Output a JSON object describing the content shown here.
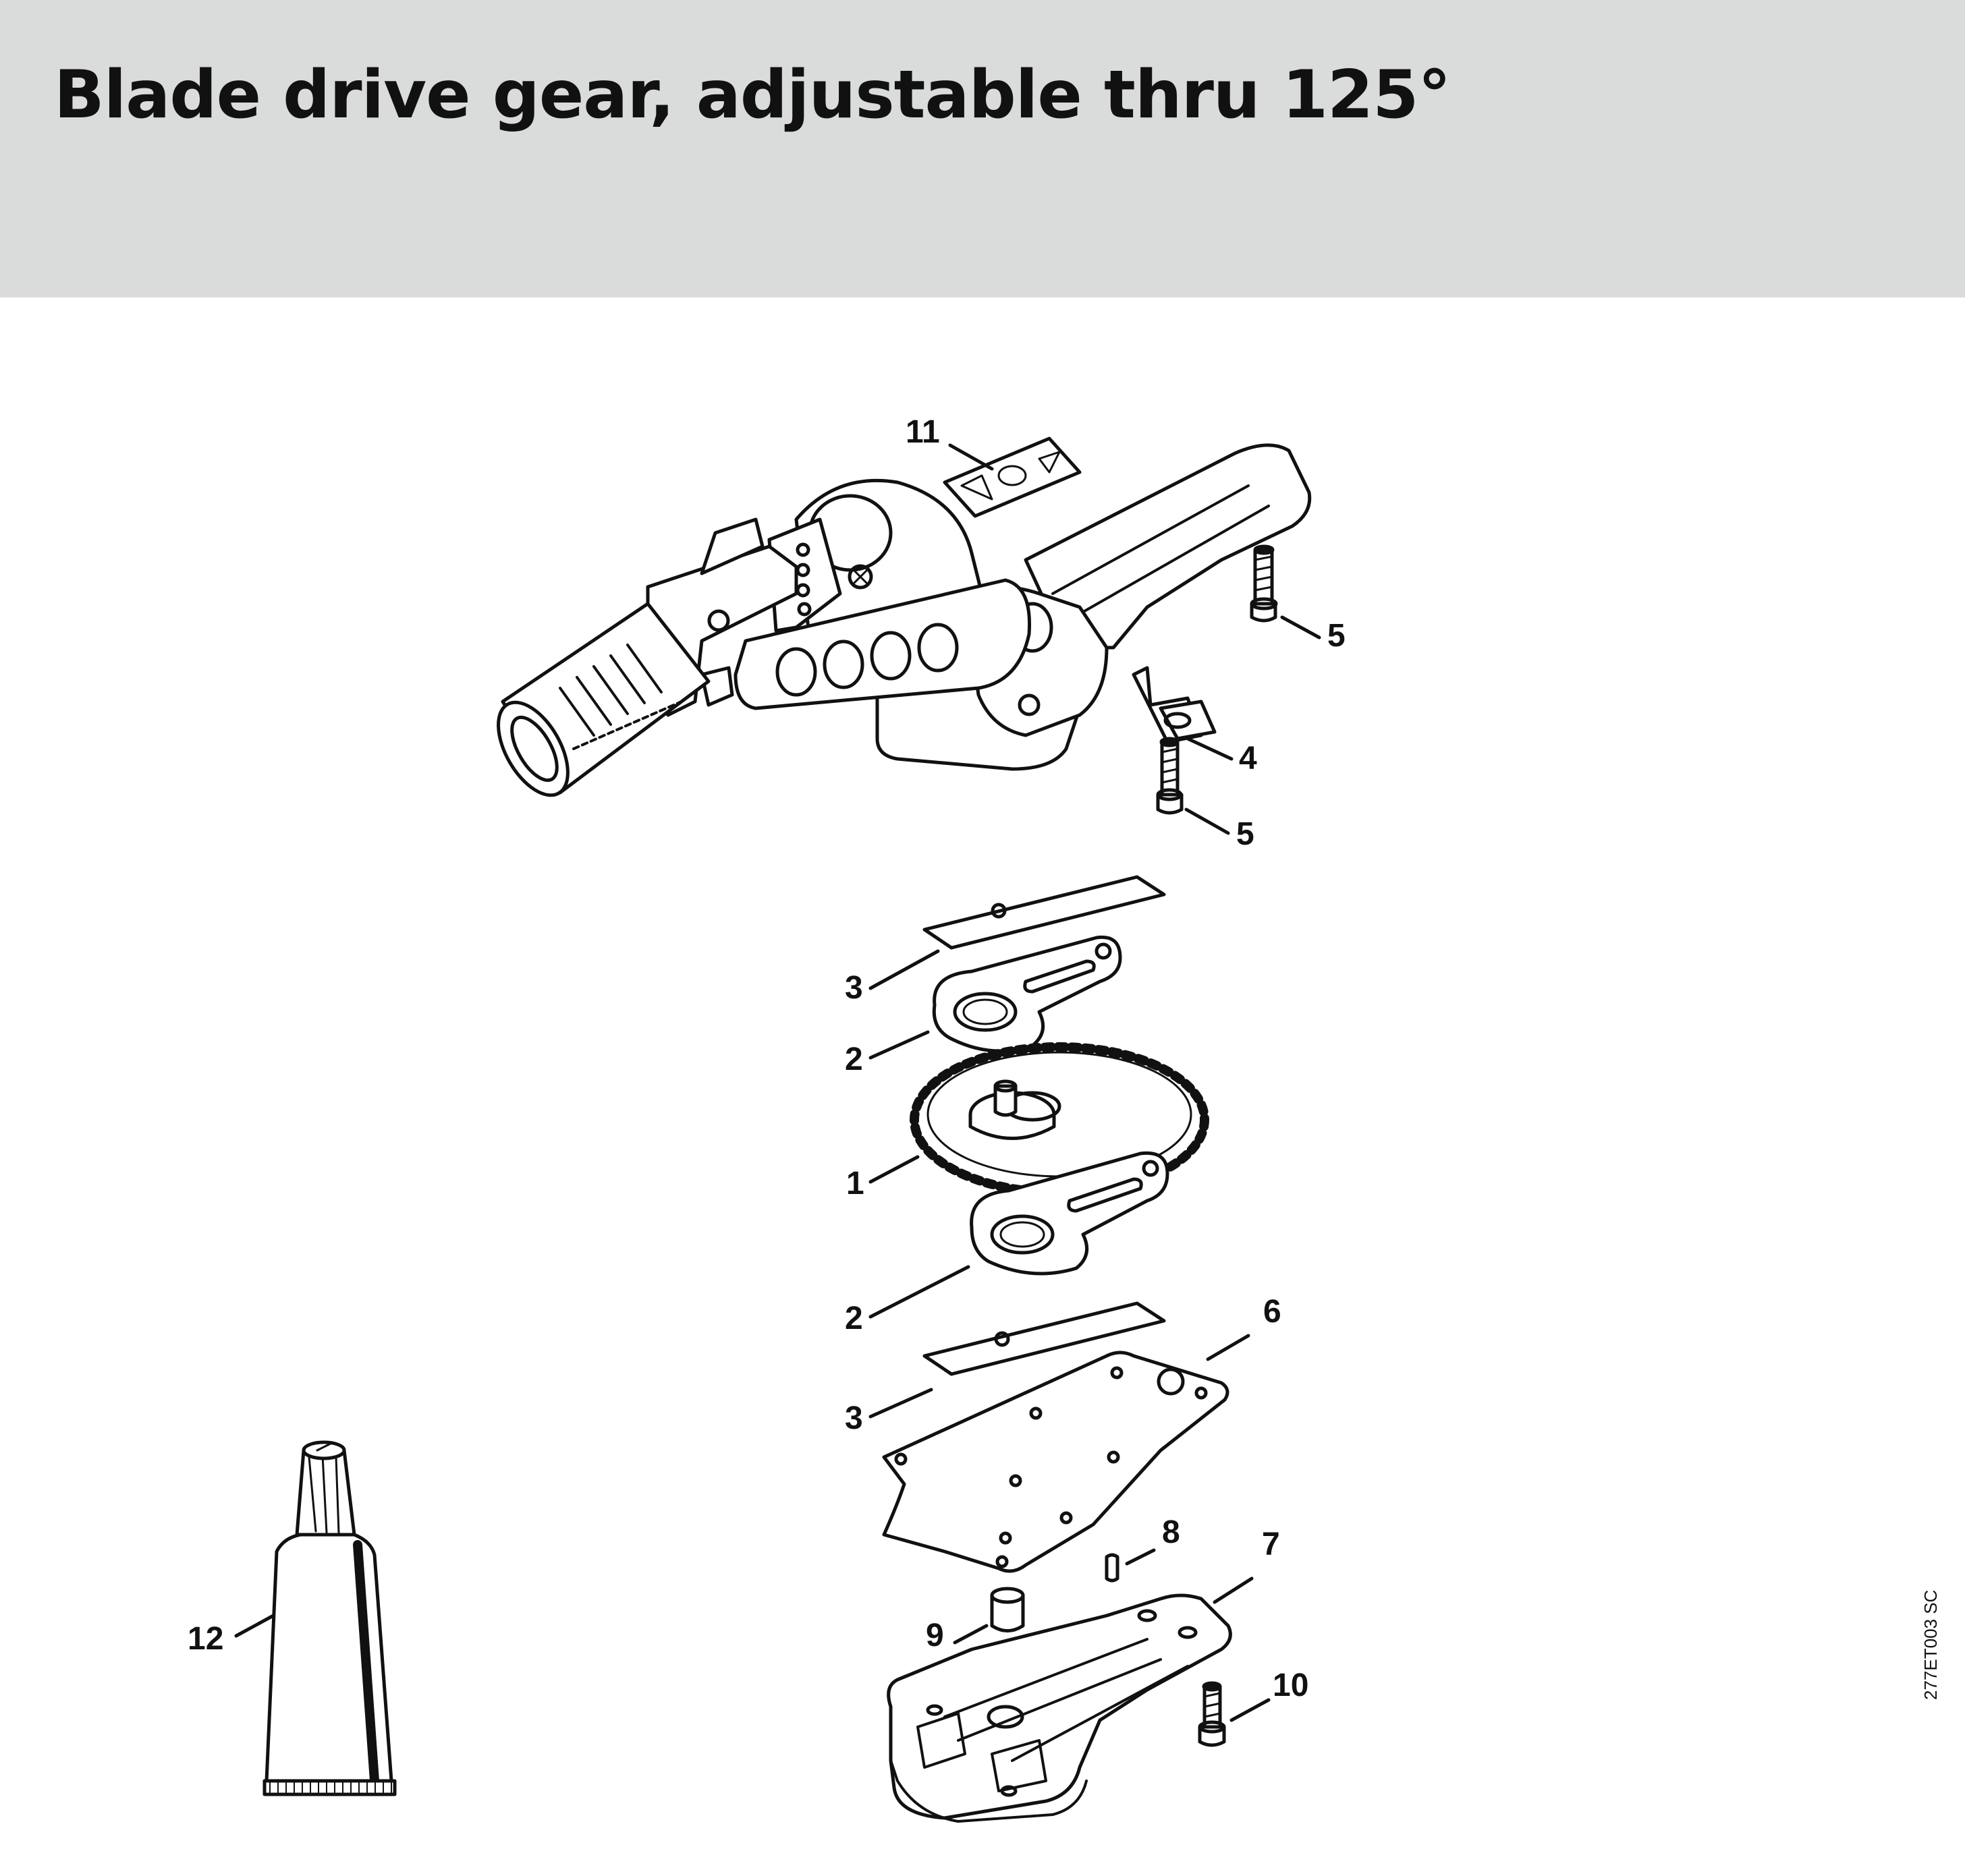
{
  "header": {
    "title": "Blade drive gear, adjustable thru 125°"
  },
  "diagram": {
    "reference_code": "277ET003 SC",
    "callouts": [
      {
        "id": "callout-11",
        "label": "11"
      },
      {
        "id": "callout-5a",
        "label": "5"
      },
      {
        "id": "callout-4",
        "label": "4"
      },
      {
        "id": "callout-5b",
        "label": "5"
      },
      {
        "id": "callout-3a",
        "label": "3"
      },
      {
        "id": "callout-2a",
        "label": "2"
      },
      {
        "id": "callout-1",
        "label": "1"
      },
      {
        "id": "callout-2b",
        "label": "2"
      },
      {
        "id": "callout-6",
        "label": "6"
      },
      {
        "id": "callout-3b",
        "label": "3"
      },
      {
        "id": "callout-8",
        "label": "8"
      },
      {
        "id": "callout-7",
        "label": "7"
      },
      {
        "id": "callout-9",
        "label": "9"
      },
      {
        "id": "callout-10",
        "label": "10"
      },
      {
        "id": "callout-12",
        "label": "12"
      }
    ]
  }
}
